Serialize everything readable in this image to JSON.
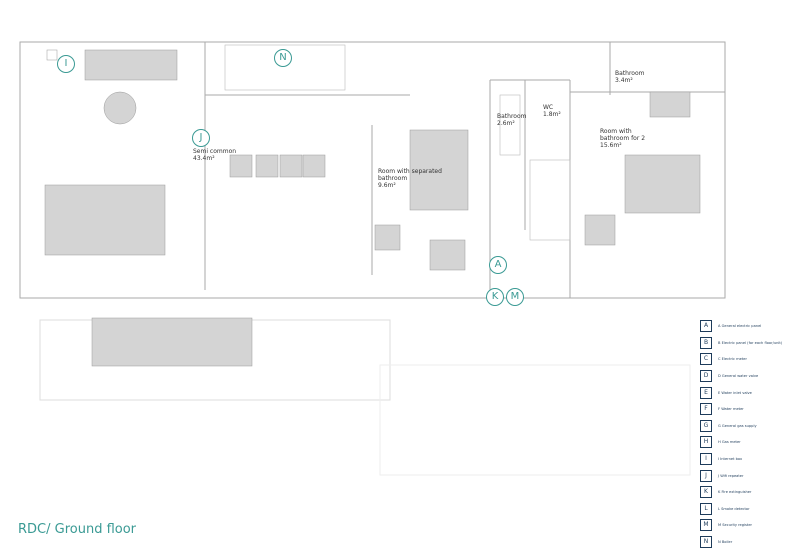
{
  "title": "RDC/ Ground floor",
  "rooms": [
    {
      "name": "Semi common",
      "area": "43.4m²"
    },
    {
      "name": "Room with separated bathroom",
      "area": "9.6m²"
    },
    {
      "name": "Bathroom",
      "area": "2.6m²"
    },
    {
      "name": "WC",
      "area": "1.8m²"
    },
    {
      "name": "Bathroom",
      "area": "3.4m²"
    },
    {
      "name": "Room with bathroom for 2",
      "area": "15.6m²"
    }
  ],
  "markers": [
    "I",
    "N",
    "J",
    "A",
    "K",
    "M"
  ],
  "legend": [
    {
      "letter": "A",
      "label": "A  General electric panel",
      "icon": "electric-panel-icon"
    },
    {
      "letter": "B",
      "label": "B  Electric panel (for each floor/unit)",
      "icon": "electric-panel-unit-icon"
    },
    {
      "letter": "C",
      "label": "C  Electric meter",
      "icon": "electric-meter-icon"
    },
    {
      "letter": "D",
      "label": "D  General water valve",
      "icon": "water-valve-icon"
    },
    {
      "letter": "E",
      "label": "E  Water inlet valve",
      "icon": "water-tap-icon"
    },
    {
      "letter": "F",
      "label": "F  Water meter",
      "icon": "water-meter-icon"
    },
    {
      "letter": "G",
      "label": "G  General gas supply",
      "icon": "gas-supply-icon"
    },
    {
      "letter": "H",
      "label": "H  Gas meter",
      "icon": "gas-meter-icon"
    },
    {
      "letter": "I",
      "label": "I  Internet box",
      "icon": "router-icon"
    },
    {
      "letter": "J",
      "label": "J  Wifi repeater",
      "icon": "wifi-icon"
    },
    {
      "letter": "K",
      "label": "K  Fire extinguisher",
      "icon": "fire-extinguisher-icon"
    },
    {
      "letter": "L",
      "label": "L  Smoke detector",
      "icon": "smoke-detector-icon"
    },
    {
      "letter": "M",
      "label": "M  Security register",
      "icon": "book-icon"
    },
    {
      "letter": "N",
      "label": "N  Boiler",
      "icon": "boiler-icon"
    }
  ],
  "colors": {
    "accent": "#3a9a94",
    "legend": "#1d3b5a",
    "wall": "#9a9a9a",
    "furniture": "#cfcfcf"
  }
}
